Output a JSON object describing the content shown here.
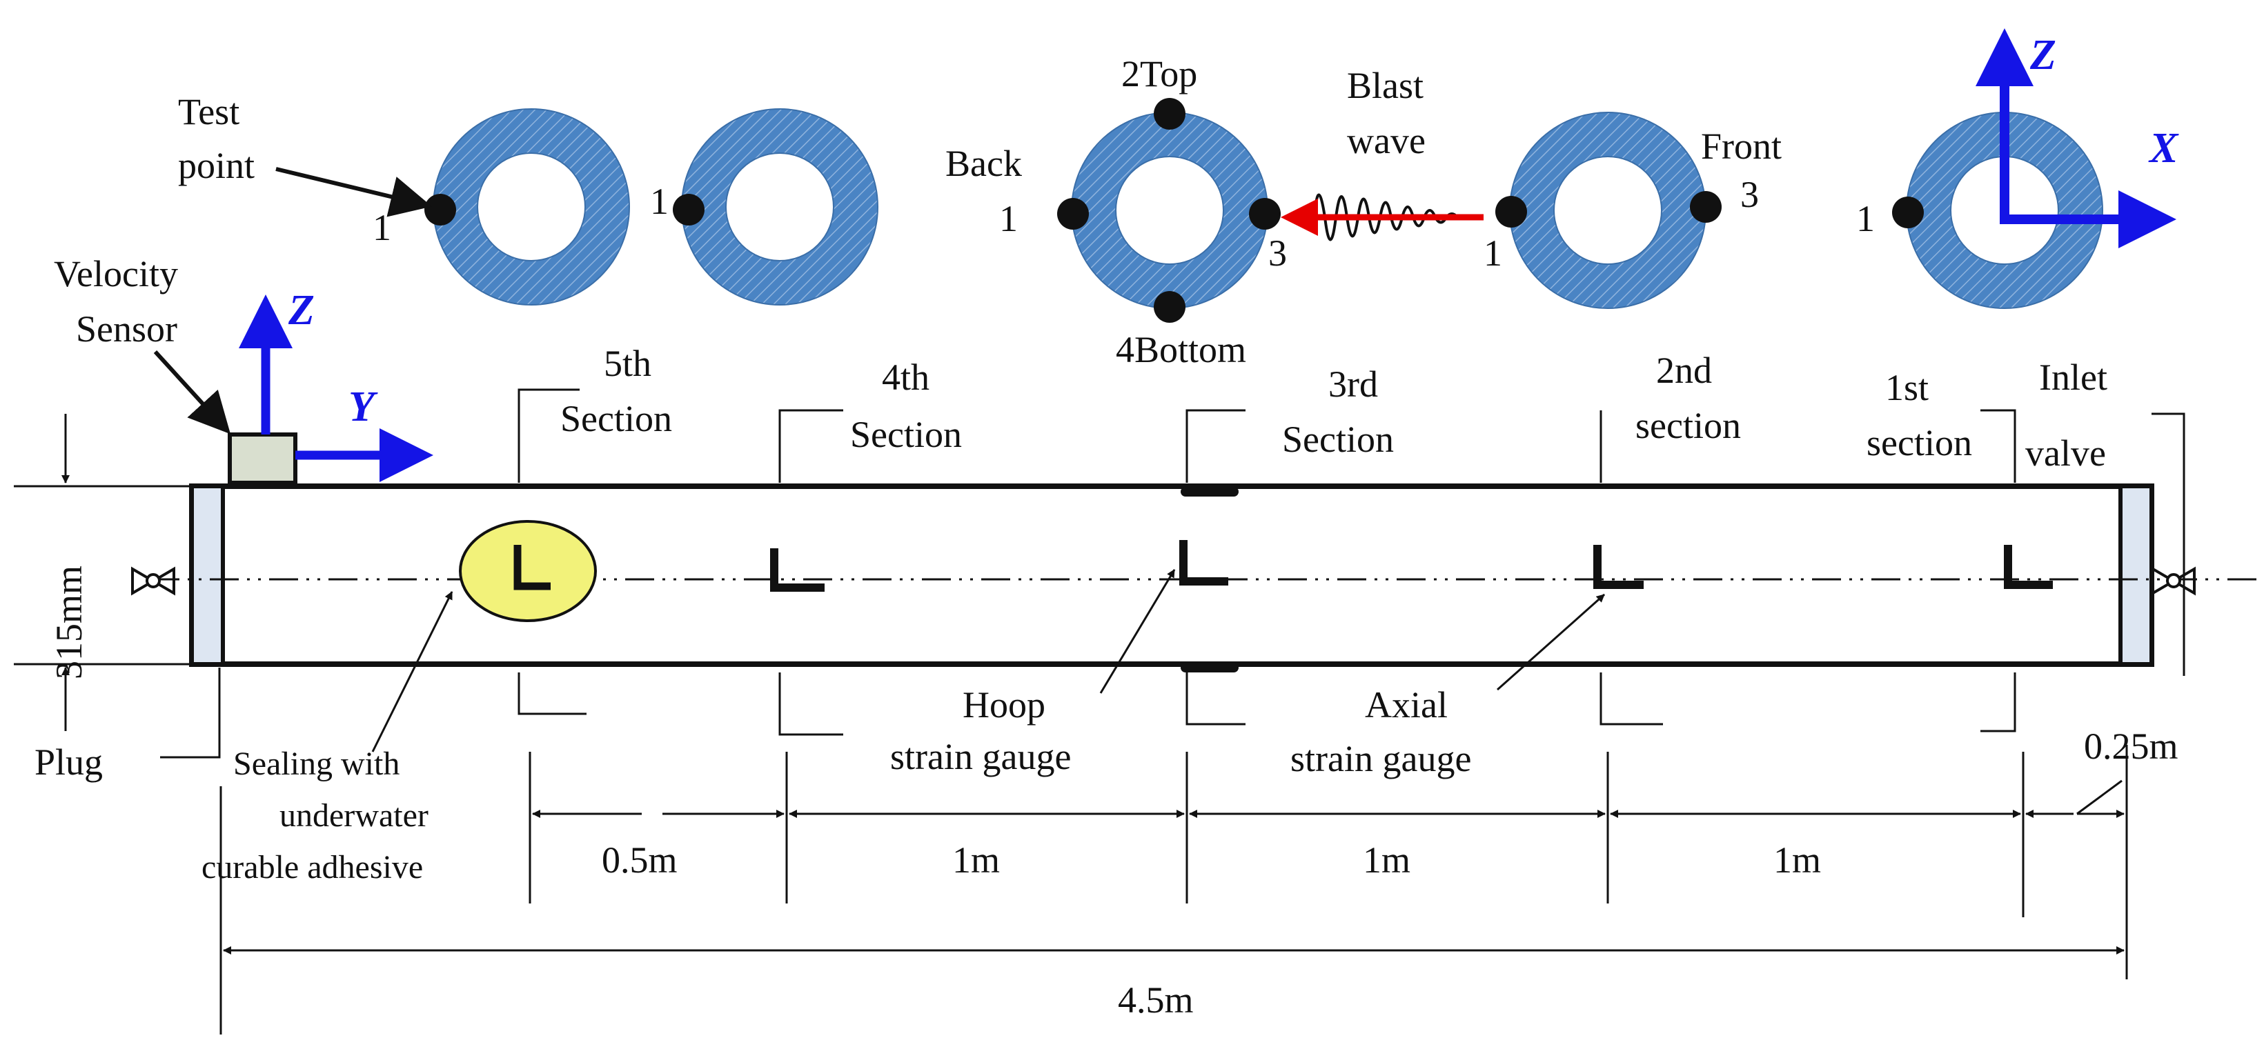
{
  "colors": {
    "pipe_ring": "#4a84c4",
    "axis_blue": "#1414e6",
    "blast_arrow": "#e60000",
    "sealing_fill": "#f2f27a",
    "sensor_fill": "#d9dfcf",
    "plug_fill": "#dde6f2",
    "line": "#111111"
  },
  "labels": {
    "test_point_line1": "Test",
    "test_point_line2": "point",
    "velocity_sensor_line1": "Velocity",
    "velocity_sensor_line2": "Sensor",
    "blast_wave_line1": "Blast",
    "blast_wave_line2": "wave",
    "pos_top": "2Top",
    "pos_bottom": "4Bottom",
    "pos_back": "Back",
    "pos_front": "Front",
    "pt_1": "1",
    "pt_3": "3",
    "axis_z": "Z",
    "axis_x": "X",
    "axis_y": "Y",
    "sec5_line1": "5th",
    "sec5_line2": "Section",
    "sec4_line1": "4th",
    "sec4_line2": "Section",
    "sec3_line1": "3rd",
    "sec3_line2": "Section",
    "sec2_line1": "2nd",
    "sec2_line2": "section",
    "sec1_line1": "1st",
    "sec1_line2": "section",
    "inlet_line1": "Inlet",
    "inlet_line2": "valve",
    "diameter": "315mm",
    "plug": "Plug",
    "sealing_line1": "Sealing with",
    "sealing_line2": "underwater",
    "sealing_line3": "curable adhesive",
    "hoop_line1": "Hoop",
    "hoop_line2": "strain gauge",
    "axial_line1": "Axial",
    "axial_line2": "strain gauge",
    "dim_05": "0.5m",
    "dim_1a": "1m",
    "dim_1b": "1m",
    "dim_1c": "1m",
    "dim_025": "0.25m",
    "dim_total": "4.5m"
  }
}
